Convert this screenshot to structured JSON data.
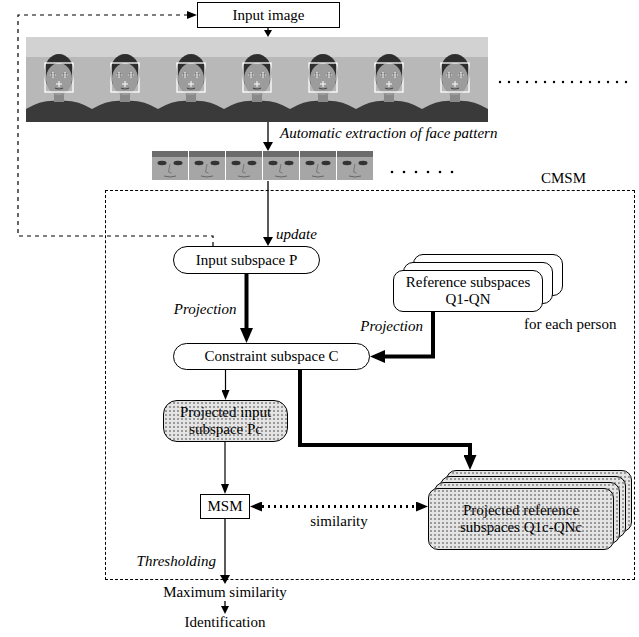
{
  "diagram": {
    "nodes": [
      {
        "text": [
          "Input image"
        ]
      },
      {
        "text": [
          "CMSM"
        ]
      },
      {
        "text": [
          "Input subspace P"
        ],
        "in": 1
      },
      {
        "text": [
          "Reference subspaces Q1-QN"
        ],
        "in": 1
      },
      {
        "text": [
          "Constraint subspace C"
        ],
        "in": 1
      },
      {
        "text": [
          "Projected input subspace Pc"
        ],
        "in": 1
      },
      {
        "text": [
          "Projected reference subspaces Q1c-QNc"
        ],
        "in": 1
      },
      {
        "text": [
          "MSM"
        ],
        "in": 1
      }
    ],
    "edges": [
      {
        "from": 2,
        "to": 0,
        "arrow": "to"
      },
      {
        "from": 2,
        "to": 4,
        "label": "Projection",
        "arrow": "to"
      },
      {
        "from": 3,
        "to": 4,
        "label": "Projection",
        "arrow": "to"
      },
      {
        "from": 4,
        "to": 5,
        "arrow": "to"
      },
      {
        "from": 4,
        "to": 6,
        "arrow": "to"
      },
      {
        "from": 5,
        "to": 7,
        "arrow": "to"
      },
      {
        "from": 7,
        "to": 6,
        "label": "similarity",
        "arrow": "both"
      }
    ],
    "labels": [
      "Automatic extraction of face pattern",
      "update",
      "for each person",
      "Thresholding",
      "Maximum similarity",
      "Identification"
    ]
  }
}
